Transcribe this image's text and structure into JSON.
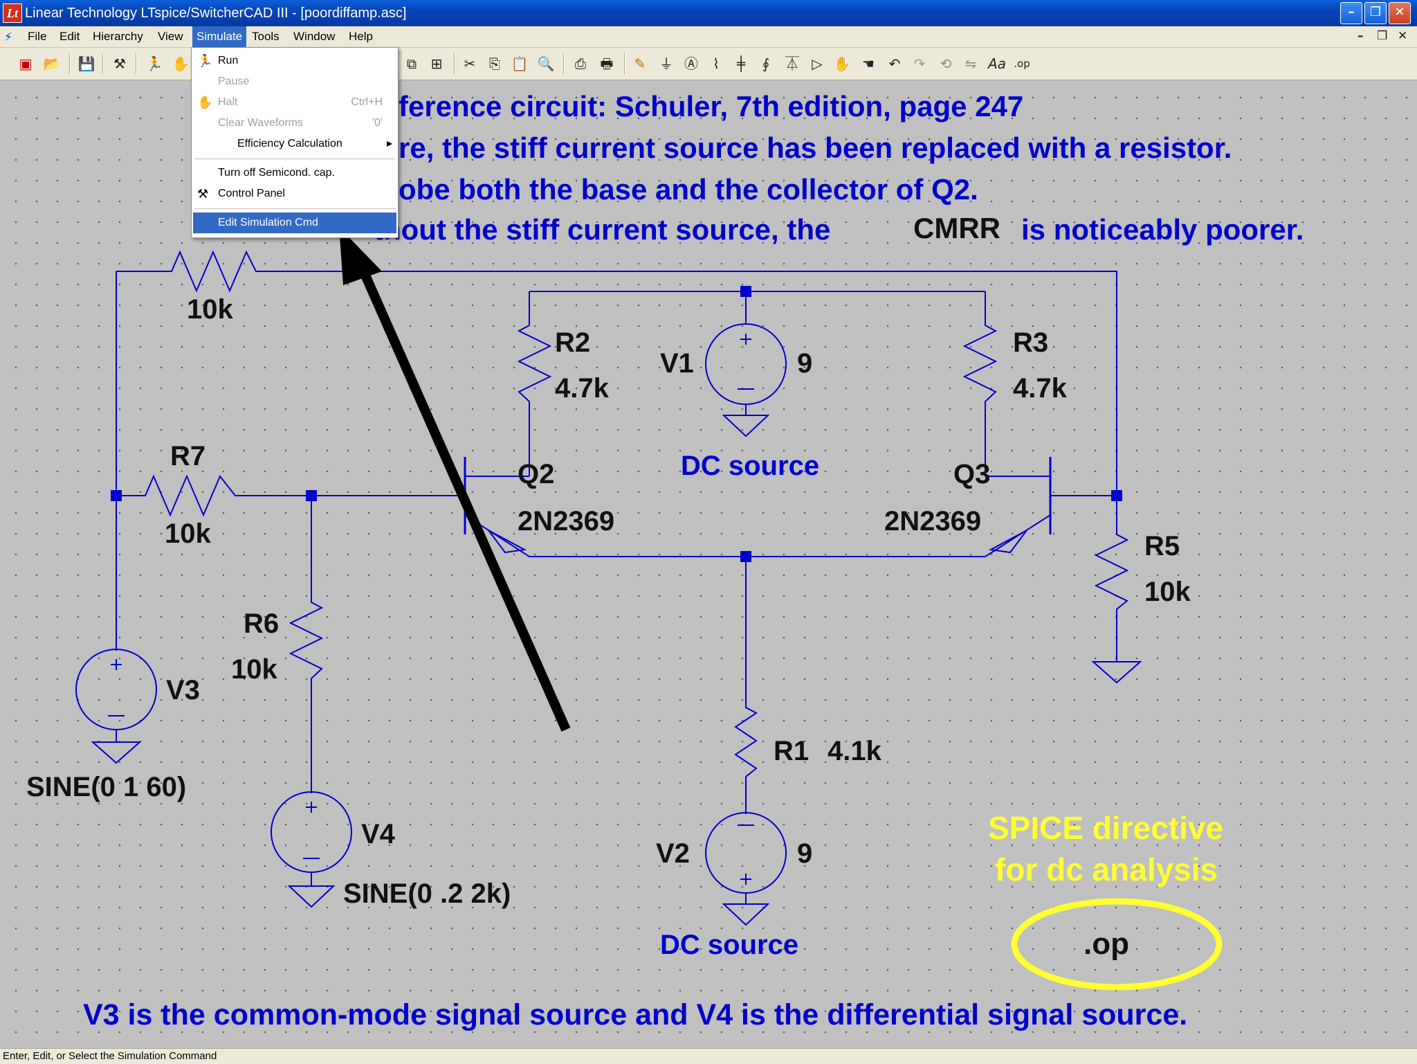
{
  "window": {
    "title": "Linear Technology LTspice/SwitcherCAD III - [poordiffamp.asc]"
  },
  "menubar": [
    "File",
    "Edit",
    "Hierarchy",
    "View",
    "Simulate",
    "Tools",
    "Window",
    "Help"
  ],
  "simulate_menu": {
    "run": "Run",
    "pause": "Pause",
    "halt": "Halt",
    "halt_shortcut": "Ctrl+H",
    "clear_waveforms": "Clear Waveforms",
    "clear_shortcut": "'0'",
    "efficiency": "Efficiency Calculation",
    "turn_off": "Turn off Semicond. cap.",
    "control_panel": "Control Panel",
    "edit_sim_cmd": "Edit Simulation Cmd"
  },
  "annotations": {
    "line1": "ference circuit:  Schuler, 7th edition, page 247",
    "line2": "re, the stiff current source has been replaced with a resistor.",
    "line3": "obe both the base and the collector of Q2.",
    "line4a": "thout the stiff current source, the",
    "cmrr": "CMRR",
    "line4b": "is noticeably poorer.",
    "bottom": "V3 is the common-mode signal source and V4 is the differential signal source.",
    "spice1": "SPICE directive",
    "spice2": "for dc analysis",
    "op": ".op"
  },
  "components": {
    "r8_value": "10k",
    "r2_name": "R2",
    "r2_value": "4.7k",
    "r3_name": "R3",
    "r3_value": "4.7k",
    "v1_name": "V1",
    "v1_value": "9",
    "dc_source_top": "DC source",
    "r7_name": "R7",
    "r7_value": "10k",
    "q2_name": "Q2",
    "q2_model": "2N2369",
    "q3_name": "Q3",
    "q3_model": "2N2369",
    "r5_name": "R5",
    "r5_value": "10k",
    "r6_name": "R6",
    "r6_value": "10k",
    "v3_name": "V3",
    "v3_value": "SINE(0 1 60)",
    "v4_name": "V4",
    "v4_value": "SINE(0 .2 2k)",
    "r1_name": "R1",
    "r1_value": "4.1k",
    "v2_name": "V2",
    "v2_value": "9",
    "dc_source_bottom": "DC source"
  },
  "status": "Enter, Edit, or Select the Simulation Command",
  "colors": {
    "wire": "#0000cc",
    "text_blue": "#0000cc",
    "highlight": "#ffff33",
    "menu_highlight": "#316ac5"
  }
}
